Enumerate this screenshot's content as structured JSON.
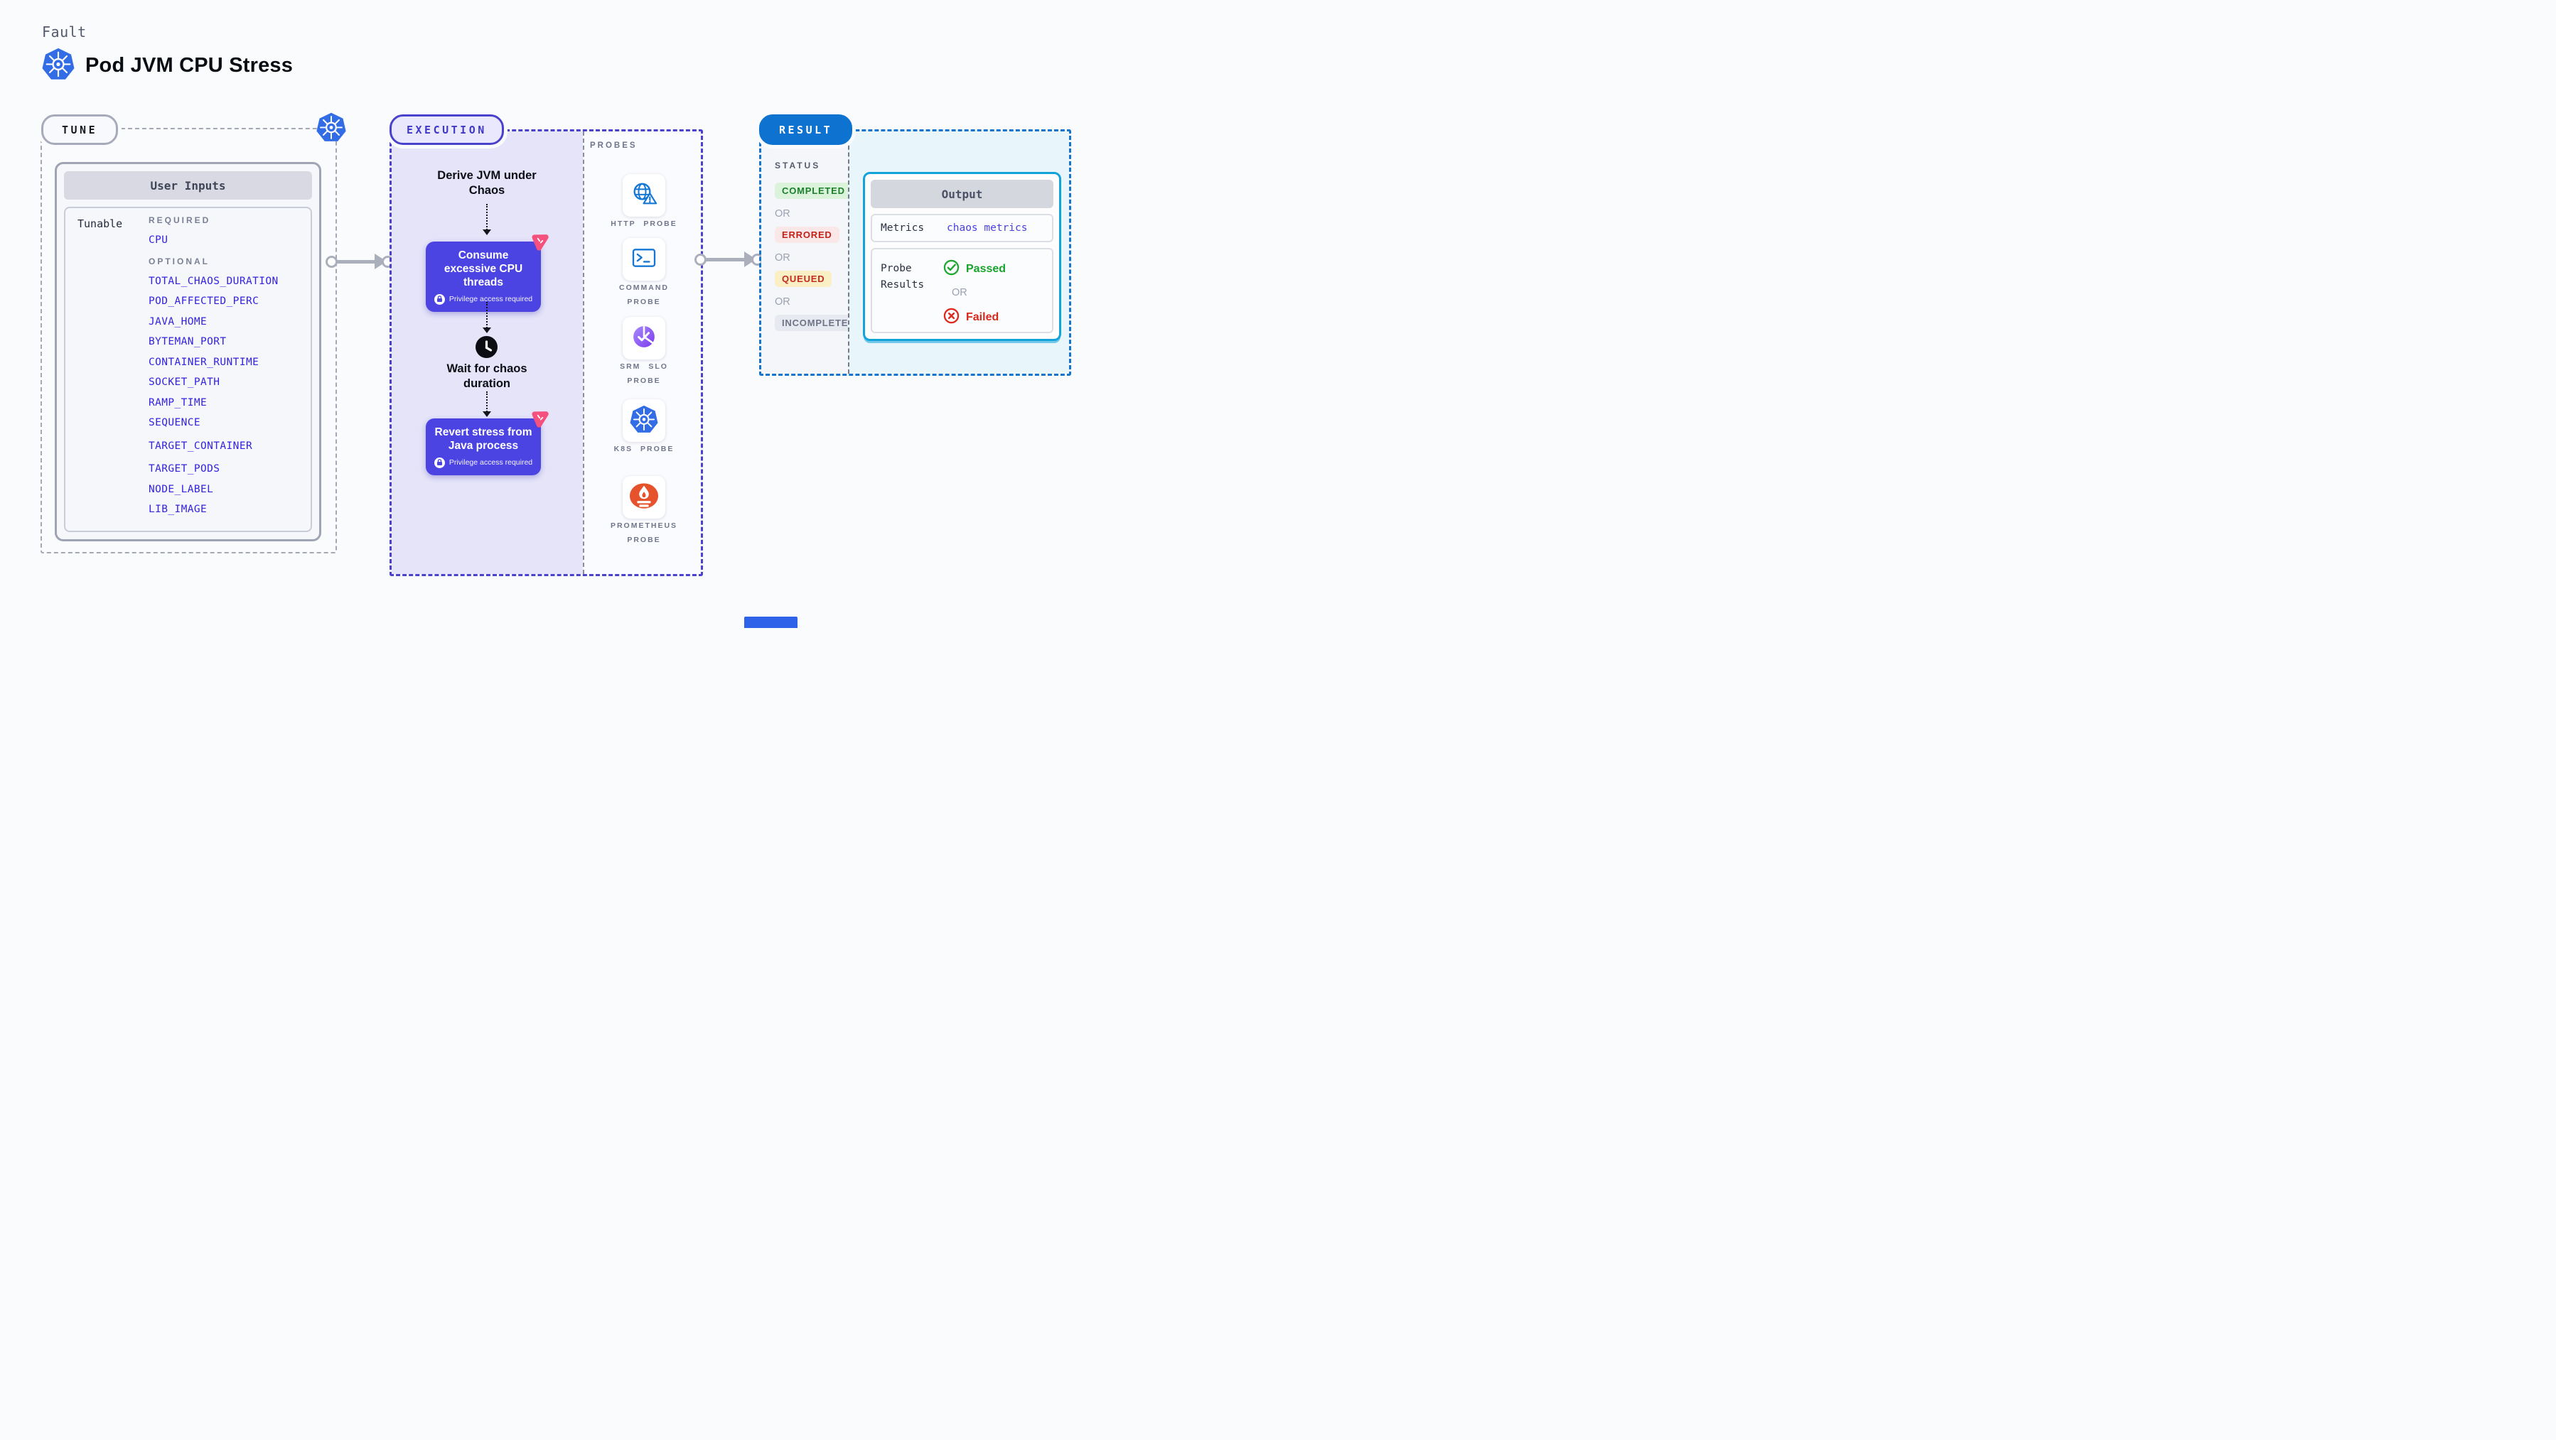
{
  "header": {
    "kicker": "Fault",
    "title": "Pod JVM CPU Stress"
  },
  "tune": {
    "badge": "TUNE",
    "card_title": "User Inputs",
    "group_label": "Tunable",
    "required_label": "REQUIRED",
    "required_params": [
      "CPU"
    ],
    "optional_label": "OPTIONAL",
    "optional_params": [
      "TOTAL_CHAOS_DURATION",
      "POD_AFFECTED_PERC",
      "JAVA_HOME",
      "BYTEMAN_PORT",
      "CONTAINER_RUNTIME",
      "SOCKET_PATH",
      "RAMP_TIME",
      "SEQUENCE",
      "TARGET_CONTAINER",
      "TARGET_PODS",
      "NODE_LABEL",
      "LIB_IMAGE"
    ]
  },
  "execution": {
    "badge": "EXECUTION",
    "step_derive": "Derive JVM under Chaos",
    "step_consume": "Consume excessive CPU threads",
    "step_wait": "Wait for chaos duration",
    "step_revert": "Revert stress from Java process",
    "privilege_note": "Privilege access required"
  },
  "probes": {
    "label": "PROBES",
    "items": [
      {
        "icon": "http-probe-icon",
        "label": "HTTP PROBE"
      },
      {
        "icon": "command-probe-icon",
        "label": "COMMAND PROBE"
      },
      {
        "icon": "srm-slo-probe-icon",
        "label": "SRM SLO PROBE"
      },
      {
        "icon": "k8s-probe-icon",
        "label": "K8S PROBE"
      },
      {
        "icon": "prometheus-probe-icon",
        "label": "PROMETHEUS PROBE"
      }
    ]
  },
  "result": {
    "badge": "RESULT",
    "status_label": "STATUS",
    "or_label": "OR",
    "statuses": [
      {
        "label": "COMPLETED",
        "variant": "success"
      },
      {
        "label": "ERRORED",
        "variant": "error"
      },
      {
        "label": "QUEUED",
        "variant": "queued"
      },
      {
        "label": "INCOMPLETED",
        "variant": "neutral"
      }
    ],
    "output": {
      "title": "Output",
      "metrics_label": "Metrics",
      "metrics_value": "chaos metrics",
      "probe_results_label": "Probe Results",
      "passed_label": "Passed",
      "failed_label": "Failed"
    }
  },
  "colors": {
    "accent_indigo": "#4C44E2",
    "accent_blue": "#1174D2",
    "param_blue": "#3322DF",
    "output_border": "#12A3DB",
    "success_green": "#1B9633",
    "error_red": "#D7271B",
    "litmus_pink": "#F4517E",
    "k8s_blue": "#326DE6",
    "prometheus_orange": "#E6522C"
  }
}
